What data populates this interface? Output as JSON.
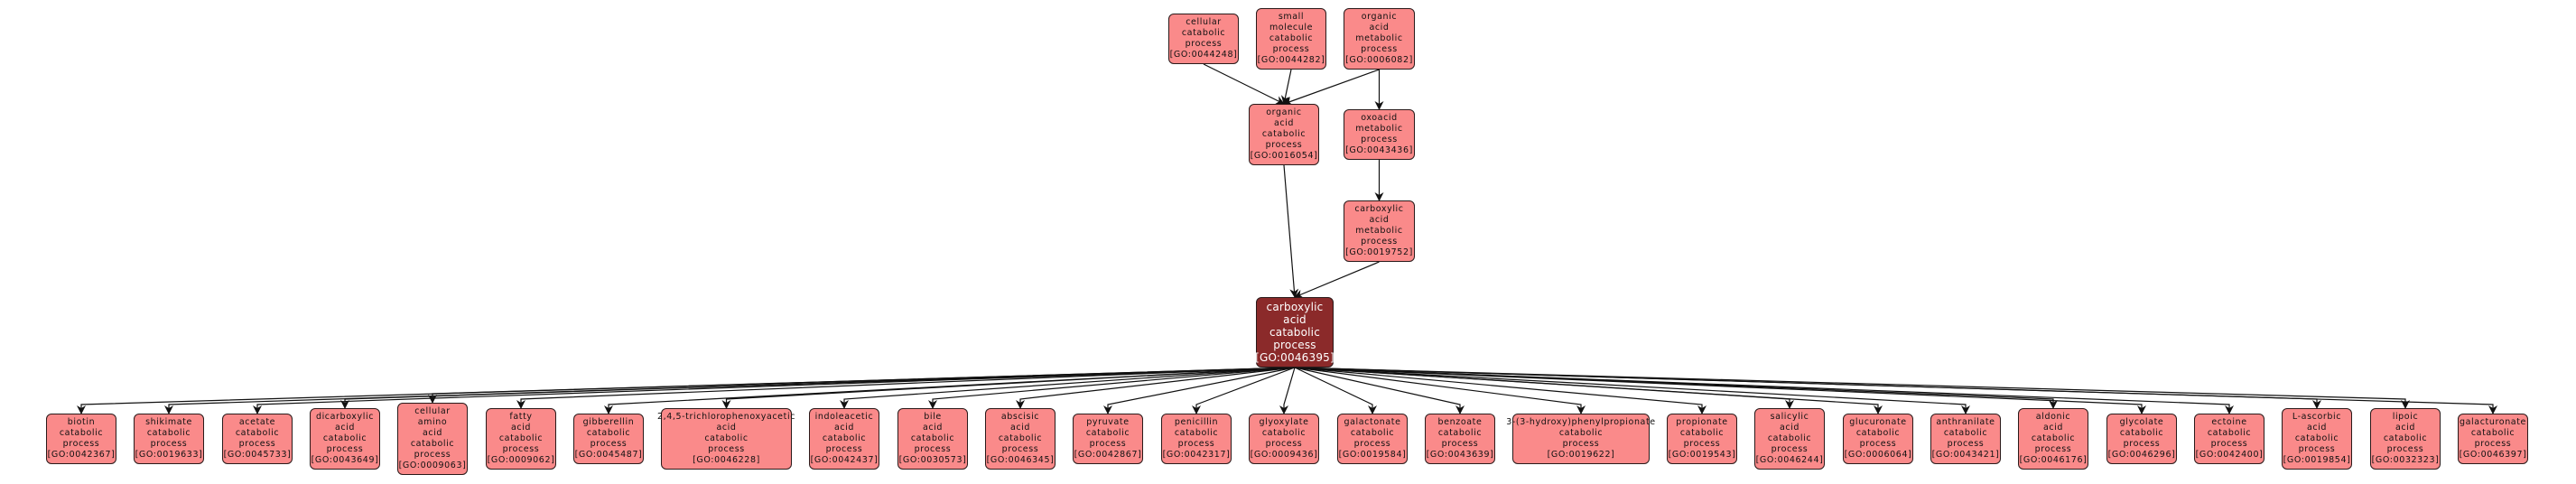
{
  "colors": {
    "node_fill": "#fa8a8a",
    "focus_fill": "#8b2a2a",
    "edge": "#111111"
  },
  "nodes": {
    "n0044248": {
      "lines": [
        "cellular",
        "catabolic",
        "process",
        "[GO:0044248]"
      ]
    },
    "n0044282": {
      "lines": [
        "small",
        "molecule",
        "catabolic",
        "process",
        "[GO:0044282]"
      ]
    },
    "n0006082": {
      "lines": [
        "organic",
        "acid",
        "metabolic",
        "process",
        "[GO:0006082]"
      ]
    },
    "n0016054": {
      "lines": [
        "organic",
        "acid",
        "catabolic",
        "process",
        "[GO:0016054]"
      ]
    },
    "n0043436": {
      "lines": [
        "oxoacid",
        "metabolic",
        "process",
        "[GO:0043436]"
      ]
    },
    "n0019752": {
      "lines": [
        "carboxylic",
        "acid",
        "metabolic",
        "process",
        "[GO:0019752]"
      ]
    },
    "n0046395": {
      "lines": [
        "carboxylic",
        "acid",
        "catabolic",
        "process",
        "[GO:0046395]"
      ]
    },
    "n0042367": {
      "lines": [
        "biotin",
        "catabolic",
        "process",
        "[GO:0042367]"
      ]
    },
    "n0019633": {
      "lines": [
        "shikimate",
        "catabolic",
        "process",
        "[GO:0019633]"
      ]
    },
    "n0045733": {
      "lines": [
        "acetate",
        "catabolic",
        "process",
        "[GO:0045733]"
      ]
    },
    "n0043649": {
      "lines": [
        "dicarboxylic",
        "acid",
        "catabolic",
        "process",
        "[GO:0043649]"
      ]
    },
    "n0009063": {
      "lines": [
        "cellular",
        "amino",
        "acid",
        "catabolic",
        "process",
        "[GO:0009063]"
      ]
    },
    "n0009062": {
      "lines": [
        "fatty",
        "acid",
        "catabolic",
        "process",
        "[GO:0009062]"
      ]
    },
    "n0045487": {
      "lines": [
        "gibberellin",
        "catabolic",
        "process",
        "[GO:0045487]"
      ]
    },
    "n0046228": {
      "lines": [
        "2,4,5-trichlorophenoxyacetic",
        "acid",
        "catabolic",
        "process",
        "[GO:0046228]"
      ]
    },
    "n0042437": {
      "lines": [
        "indoleacetic",
        "acid",
        "catabolic",
        "process",
        "[GO:0042437]"
      ]
    },
    "n0030573": {
      "lines": [
        "bile",
        "acid",
        "catabolic",
        "process",
        "[GO:0030573]"
      ]
    },
    "n0046345": {
      "lines": [
        "abscisic",
        "acid",
        "catabolic",
        "process",
        "[GO:0046345]"
      ]
    },
    "n0042867": {
      "lines": [
        "pyruvate",
        "catabolic",
        "process",
        "[GO:0042867]"
      ]
    },
    "n0042317": {
      "lines": [
        "penicillin",
        "catabolic",
        "process",
        "[GO:0042317]"
      ]
    },
    "n0009436": {
      "lines": [
        "glyoxylate",
        "catabolic",
        "process",
        "[GO:0009436]"
      ]
    },
    "n0019584": {
      "lines": [
        "galactonate",
        "catabolic",
        "process",
        "[GO:0019584]"
      ]
    },
    "n0043639": {
      "lines": [
        "benzoate",
        "catabolic",
        "process",
        "[GO:0043639]"
      ]
    },
    "n0019622": {
      "lines": [
        "3-(3-hydroxy)phenylpropionate",
        "catabolic",
        "process",
        "[GO:0019622]"
      ]
    },
    "n0019543": {
      "lines": [
        "propionate",
        "catabolic",
        "process",
        "[GO:0019543]"
      ]
    },
    "n0046244": {
      "lines": [
        "salicylic",
        "acid",
        "catabolic",
        "process",
        "[GO:0046244]"
      ]
    },
    "n0006064": {
      "lines": [
        "glucuronate",
        "catabolic",
        "process",
        "[GO:0006064]"
      ]
    },
    "n0043421": {
      "lines": [
        "anthranilate",
        "catabolic",
        "process",
        "[GO:0043421]"
      ]
    },
    "n0046176": {
      "lines": [
        "aldonic",
        "acid",
        "catabolic",
        "process",
        "[GO:0046176]"
      ]
    },
    "n0046296": {
      "lines": [
        "glycolate",
        "catabolic",
        "process",
        "[GO:0046296]"
      ]
    },
    "n0042400": {
      "lines": [
        "ectoine",
        "catabolic",
        "process",
        "[GO:0042400]"
      ]
    },
    "n0019854": {
      "lines": [
        "L-ascorbic",
        "acid",
        "catabolic",
        "process",
        "[GO:0019854]"
      ]
    },
    "n0032323": {
      "lines": [
        "lipoic",
        "acid",
        "catabolic",
        "process",
        "[GO:0032323]"
      ]
    },
    "n0046397": {
      "lines": [
        "galacturonate",
        "catabolic",
        "process",
        "[GO:0046397]"
      ]
    }
  },
  "edges": [
    [
      "n0044248",
      "n0016054"
    ],
    [
      "n0044282",
      "n0016054"
    ],
    [
      "n0006082",
      "n0016054"
    ],
    [
      "n0006082",
      "n0043436"
    ],
    [
      "n0043436",
      "n0019752"
    ],
    [
      "n0016054",
      "n0046395"
    ],
    [
      "n0019752",
      "n0046395"
    ],
    [
      "n0046395",
      "n0042367"
    ],
    [
      "n0046395",
      "n0019633"
    ],
    [
      "n0046395",
      "n0045733"
    ],
    [
      "n0046395",
      "n0043649"
    ],
    [
      "n0046395",
      "n0009063"
    ],
    [
      "n0046395",
      "n0009062"
    ],
    [
      "n0046395",
      "n0045487"
    ],
    [
      "n0046395",
      "n0046228"
    ],
    [
      "n0046395",
      "n0042437"
    ],
    [
      "n0046395",
      "n0030573"
    ],
    [
      "n0046395",
      "n0046345"
    ],
    [
      "n0046395",
      "n0042867"
    ],
    [
      "n0046395",
      "n0042317"
    ],
    [
      "n0046395",
      "n0009436"
    ],
    [
      "n0046395",
      "n0019584"
    ],
    [
      "n0046395",
      "n0043639"
    ],
    [
      "n0046395",
      "n0019622"
    ],
    [
      "n0046395",
      "n0019543"
    ],
    [
      "n0046395",
      "n0046244"
    ],
    [
      "n0046395",
      "n0006064"
    ],
    [
      "n0046395",
      "n0043421"
    ],
    [
      "n0046395",
      "n0046176"
    ],
    [
      "n0046395",
      "n0046296"
    ],
    [
      "n0046395",
      "n0042400"
    ],
    [
      "n0046395",
      "n0019854"
    ],
    [
      "n0046395",
      "n0032323"
    ],
    [
      "n0046395",
      "n0046397"
    ]
  ]
}
